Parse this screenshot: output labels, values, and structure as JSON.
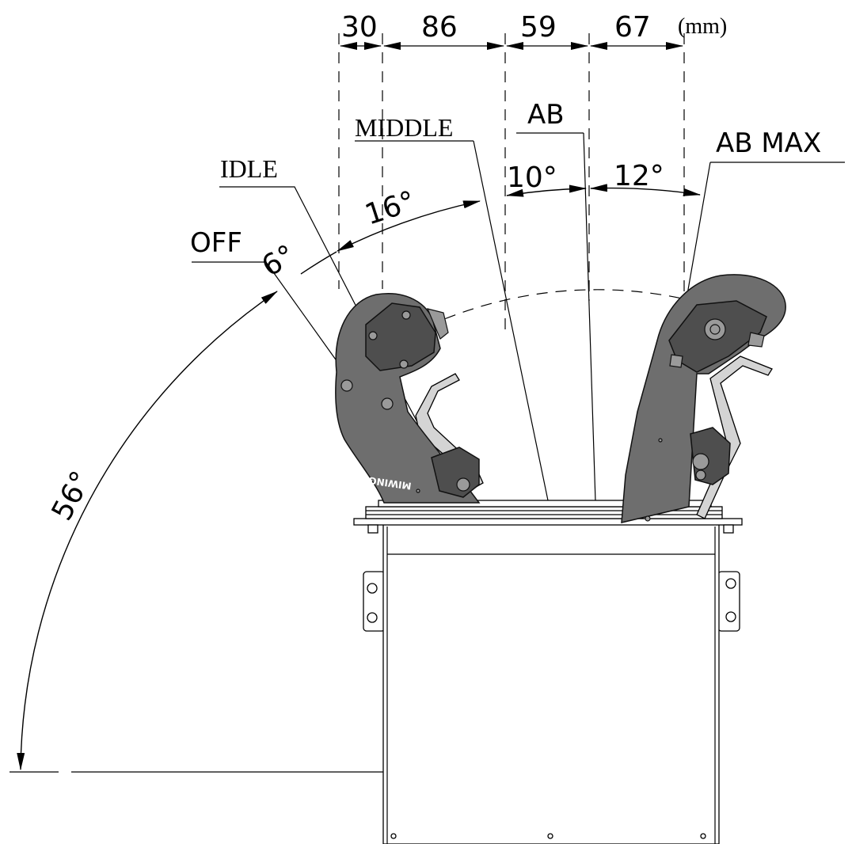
{
  "dimensions_mm": {
    "values": [
      "30",
      "86",
      "59",
      "67"
    ],
    "unit": "(mm)"
  },
  "angles": {
    "off_idle": "6°",
    "idle_middle": "16°",
    "middle_ab": "10°",
    "ab_abmax": "12°",
    "total": "56°"
  },
  "positions": {
    "off": "OFF",
    "idle": "IDLE",
    "middle": "MIDDLE",
    "ab": "AB",
    "ab_max": "AB MAX"
  },
  "brand_text": "MIWING"
}
